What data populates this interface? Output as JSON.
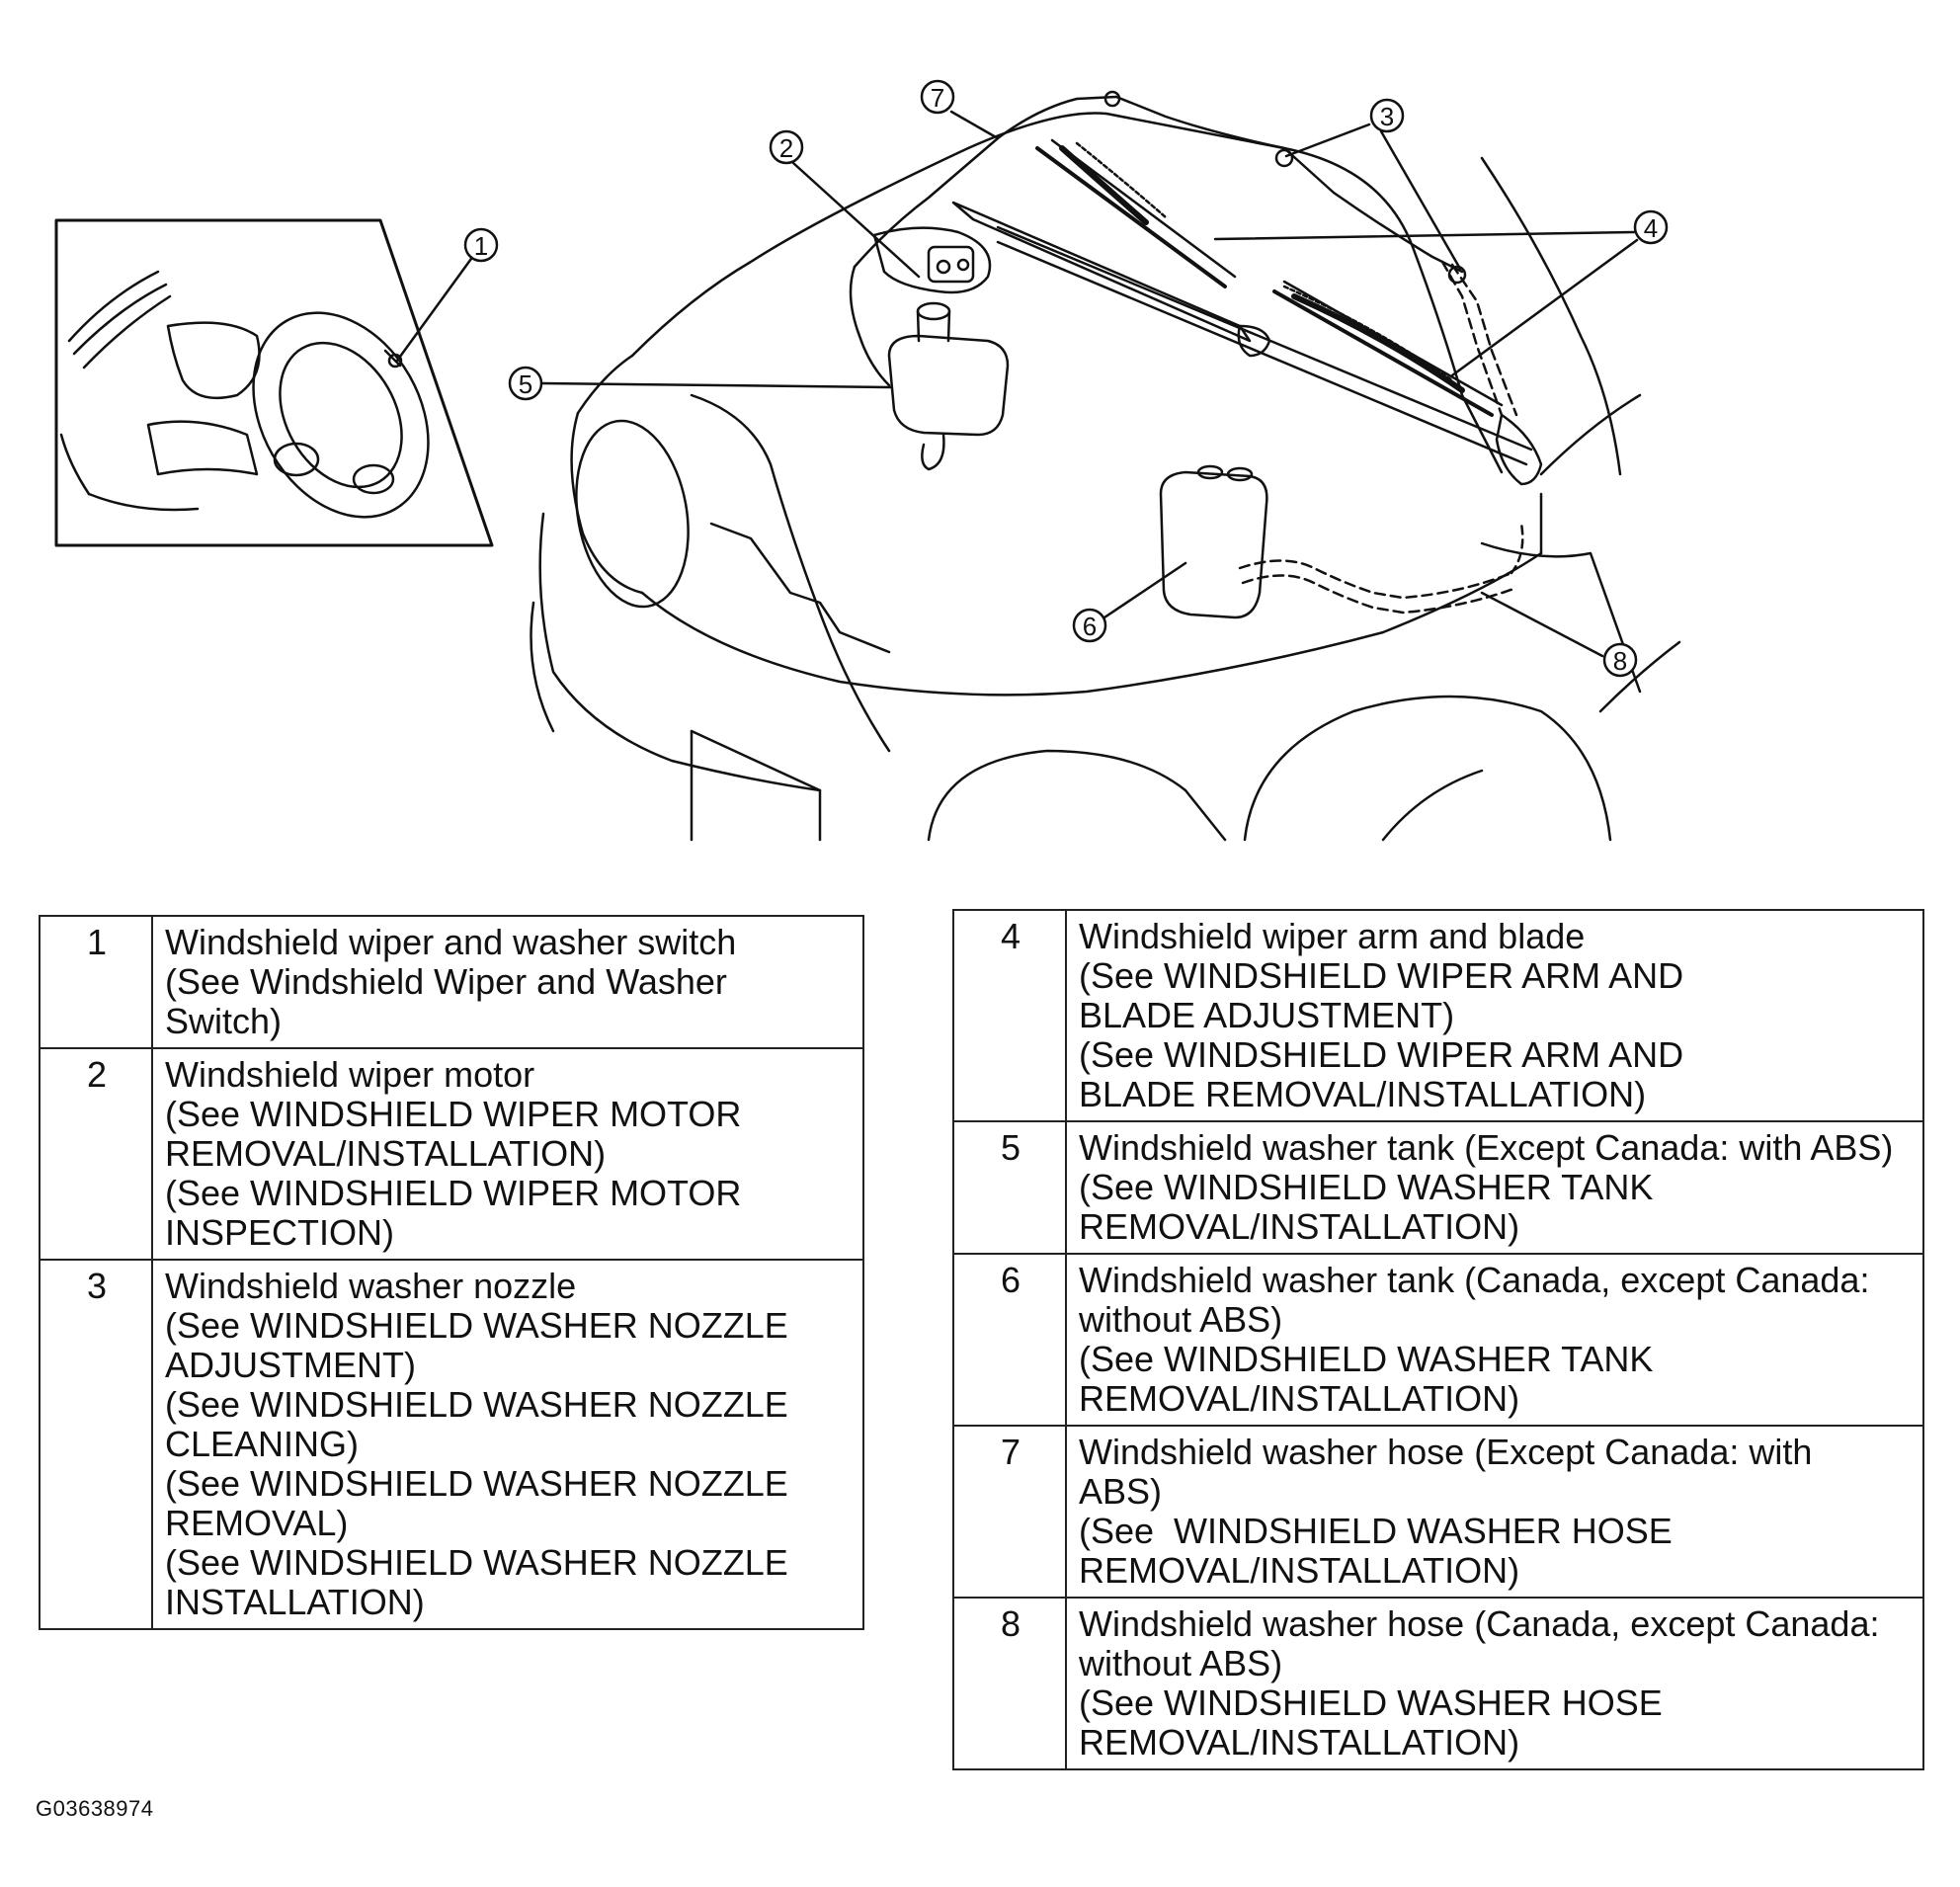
{
  "callouts": [
    "1",
    "2",
    "3",
    "4",
    "5",
    "6",
    "7",
    "8"
  ],
  "legend_left": [
    {
      "num": "1",
      "lines": [
        "Windshield wiper and washer switch",
        "(See Windshield Wiper and Washer",
        "Switch)"
      ]
    },
    {
      "num": "2",
      "lines": [
        "Windshield wiper motor",
        "(See WINDSHIELD WIPER MOTOR",
        "REMOVAL/INSTALLATION)",
        "(See WINDSHIELD WIPER MOTOR",
        "INSPECTION)"
      ]
    },
    {
      "num": "3",
      "lines": [
        "Windshield washer nozzle",
        "(See WINDSHIELD WASHER NOZZLE",
        "ADJUSTMENT)",
        "(See WINDSHIELD WASHER NOZZLE",
        "CLEANING)",
        "(See WINDSHIELD WASHER NOZZLE",
        "REMOVAL)",
        "(See WINDSHIELD WASHER NOZZLE",
        "INSTALLATION)"
      ]
    }
  ],
  "legend_right": [
    {
      "num": "4",
      "lines": [
        "Windshield wiper arm and blade",
        "(See WINDSHIELD WIPER ARM AND",
        "BLADE ADJUSTMENT)",
        "(See WINDSHIELD WIPER ARM AND",
        "BLADE REMOVAL/INSTALLATION)"
      ]
    },
    {
      "num": "5",
      "lines": [
        "Windshield washer tank (Except Canada: with ABS)",
        "(See WINDSHIELD WASHER TANK",
        "REMOVAL/INSTALLATION)"
      ]
    },
    {
      "num": "6",
      "lines": [
        "Windshield washer tank (Canada, except Canada:",
        "without ABS)",
        "(See WINDSHIELD WASHER TANK",
        "REMOVAL/INSTALLATION)"
      ]
    },
    {
      "num": "7",
      "lines": [
        "Windshield washer hose (Except Canada: with",
        "ABS)",
        "(See  WINDSHIELD WASHER HOSE",
        "REMOVAL/INSTALLATION)"
      ]
    },
    {
      "num": "8",
      "lines": [
        "Windshield washer hose (Canada, except Canada:",
        "without ABS)",
        "(See WINDSHIELD WASHER HOSE",
        "REMOVAL/INSTALLATION)"
      ]
    }
  ],
  "figure_code": "G03638974"
}
